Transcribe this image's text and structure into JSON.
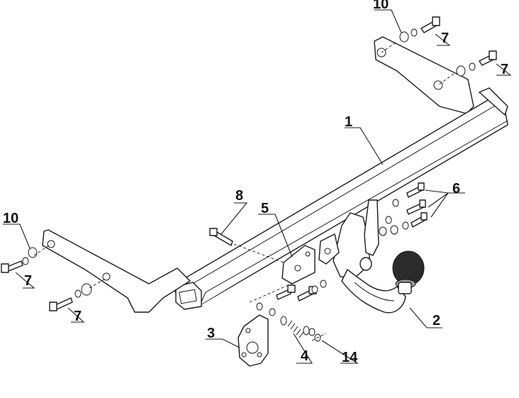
{
  "callouts": {
    "c1": "1",
    "c2": "2",
    "c3": "3",
    "c4": "4",
    "c5": "5",
    "c6": "6",
    "c7a": "7",
    "c7b": "7",
    "c7c": "7",
    "c7d": "7",
    "c8": "8",
    "c10a": "10",
    "c10b": "10",
    "c14": "14"
  },
  "colors": {
    "line": "#1a1a1a",
    "ball": "#2b2b2b",
    "background": "#ffffff"
  }
}
